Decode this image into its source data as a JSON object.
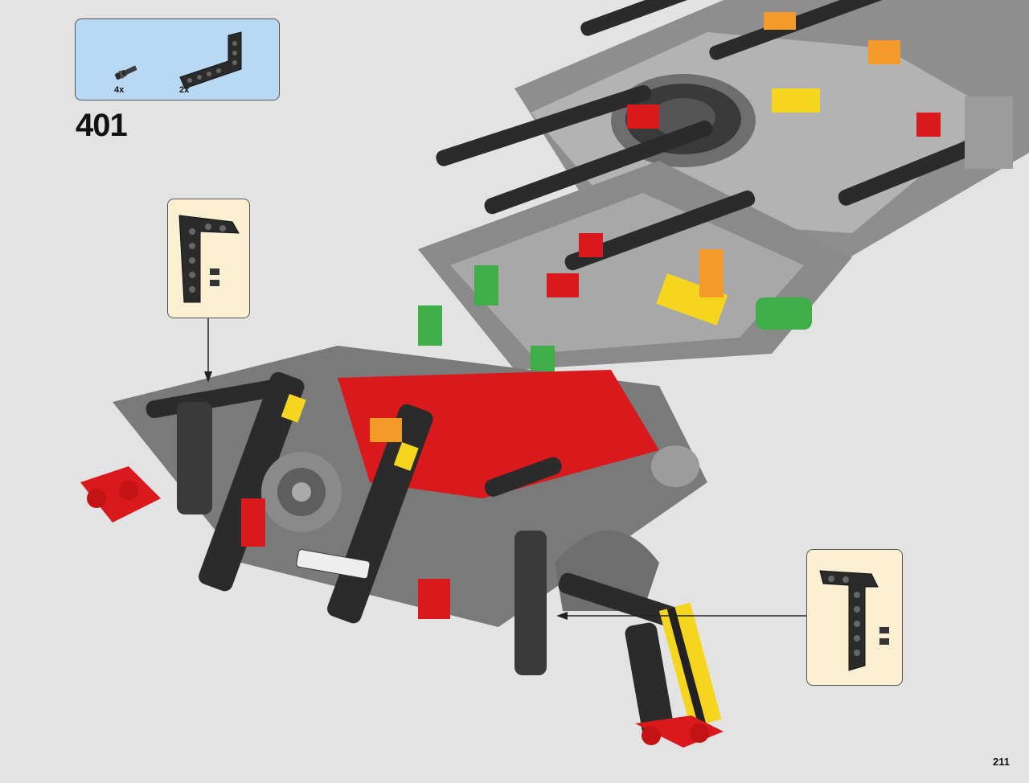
{
  "step": {
    "number": "401"
  },
  "parts": [
    {
      "quantity": "4x",
      "icon": "axle-pin-icon"
    },
    {
      "quantity": "2x",
      "icon": "l-beam-icon"
    }
  ],
  "page": {
    "number": "211"
  },
  "colors": {
    "background": "#e3e3e3",
    "parts_box": "#b9d8f3",
    "callout": "#fdefd2",
    "brick_black": "#2b2b2b",
    "brick_grey": "#9c9c9c",
    "brick_red": "#d9191c",
    "brick_yellow": "#f5d51e",
    "brick_blue": "#1e5fb4",
    "brick_green": "#3fae49",
    "brick_orange": "#f39a2b"
  }
}
